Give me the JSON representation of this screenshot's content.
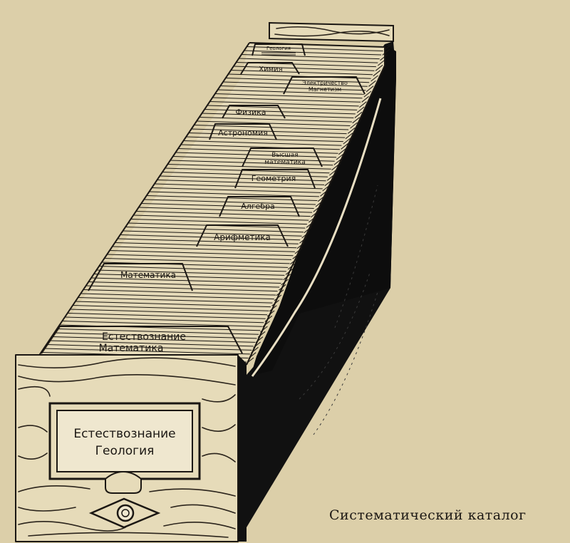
{
  "caption": "Систематический каталог",
  "front_label": {
    "line1": "Естествознание",
    "line2": "Геология"
  },
  "tabs": {
    "t0": "Геология",
    "t1": "Химия",
    "t2a": "Электричество",
    "t2b": "Магнетизм",
    "t3": "Физика",
    "t4": "Астрономия",
    "t5a": "Высшая",
    "t5b": "математика",
    "t6": "Геометрия",
    "t7": "Алгебра",
    "t8": "Арифметика",
    "t9": "Математика",
    "t10a": "Естествознание",
    "t10b": "Математика"
  }
}
